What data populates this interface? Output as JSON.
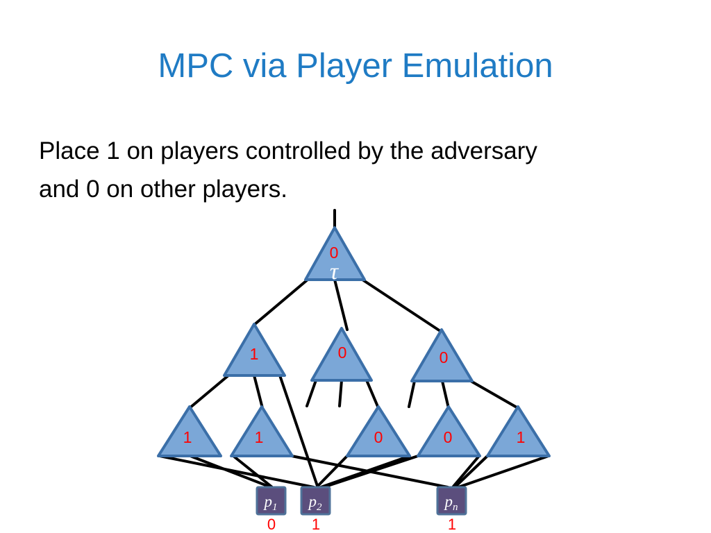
{
  "slide": {
    "title": "MPC via Player Emulation",
    "title_color": "#1F7BC4",
    "body_line_1": "Place 1 on players controlled by the adversary",
    "body_line_2": "and 0 on other players.",
    "body_color": "#000000",
    "background": "#FFFFFF"
  },
  "diagram": {
    "name": "player-emulation-tree",
    "colors": {
      "triangle_fill": "#7BA7D7",
      "triangle_stroke": "#3B6FA8",
      "edge": "#000000",
      "bit_label": "#FF0000",
      "player_box_fill": "#5B4E7D",
      "player_box_stroke": "#4F7299",
      "player_box_text": "#FFFFFF"
    },
    "root": {
      "id": "root-protocol-triangle",
      "bit": "0",
      "symbol": "τ"
    },
    "level2": [
      {
        "id": "level2-triangle-1",
        "bit": "1"
      },
      {
        "id": "level2-triangle-2",
        "bit": "0"
      },
      {
        "id": "level2-triangle-3",
        "bit": "0"
      }
    ],
    "level3": [
      {
        "id": "level3-triangle-1",
        "bit": "1"
      },
      {
        "id": "level3-triangle-2",
        "bit": "1"
      },
      {
        "id": "level3-triangle-3",
        "bit": "0"
      },
      {
        "id": "level3-triangle-4",
        "bit": "0"
      },
      {
        "id": "level3-triangle-5",
        "bit": "1"
      }
    ],
    "players": [
      {
        "id": "player-1",
        "name": "p",
        "subscript": "1",
        "bit": "0"
      },
      {
        "id": "player-2",
        "name": "p",
        "subscript": "2",
        "bit": "1"
      },
      {
        "id": "player-n",
        "name": "p",
        "subscript": "n",
        "bit": "1"
      }
    ]
  }
}
